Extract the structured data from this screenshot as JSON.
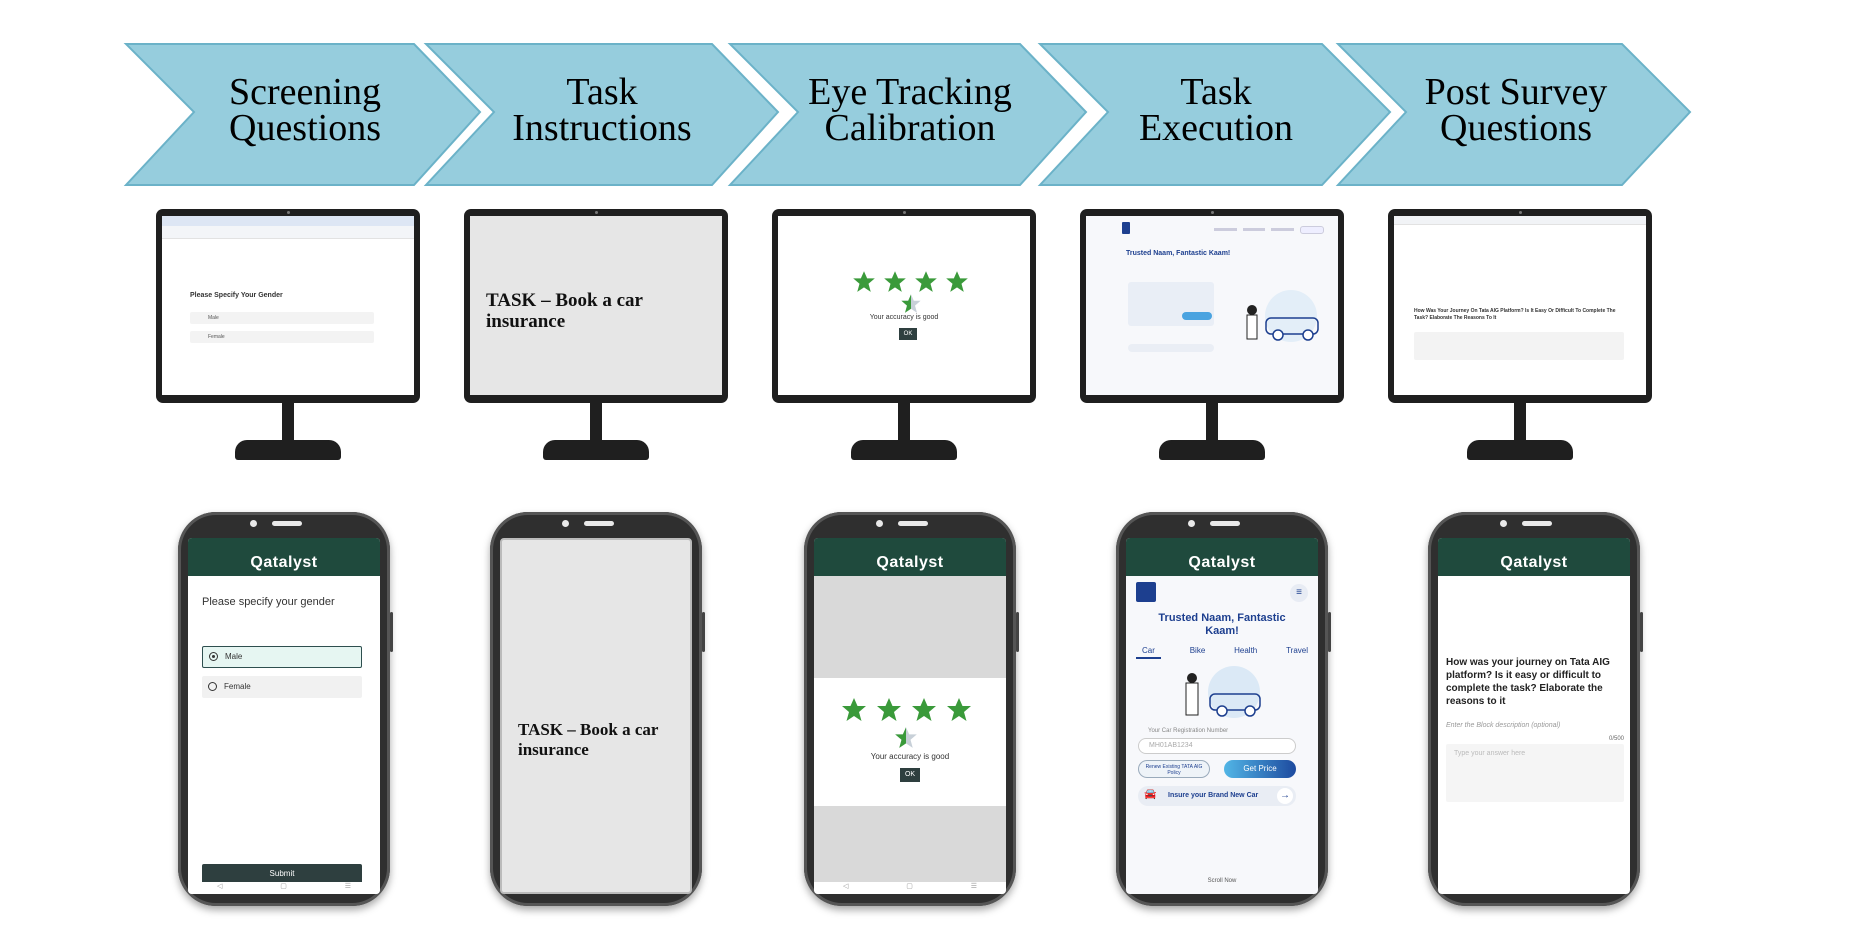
{
  "steps": [
    {
      "title": "Screening Questions",
      "desktop": {
        "question": "Please Specify Your Gender",
        "options": [
          "Male",
          "Female"
        ]
      },
      "mobile": {
        "logo": "Qatalyst",
        "question": "Please specify your gender",
        "options": [
          "Male",
          "Female"
        ],
        "submit": "Submit"
      }
    },
    {
      "title": "Task Instructions",
      "desktop": {
        "task": "TASK – Book a car insurance"
      },
      "mobile": {
        "task": "TASK – Book a car insurance"
      }
    },
    {
      "title": "Eye Tracking Calibration",
      "desktop": {
        "message": "Your accuracy is good",
        "ok": "OK",
        "stars": 4.5
      },
      "mobile": {
        "logo": "Qatalyst",
        "message": "Your accuracy is good",
        "ok": "OK",
        "stars": 4.5
      }
    },
    {
      "title": "Task Execution",
      "desktop": {
        "headline": "Trusted Naam, Fantastic Kaam!"
      },
      "mobile": {
        "logo": "Qatalyst",
        "headline": "Trusted Naam, Fantastic Kaam!",
        "tabs": [
          "Car",
          "Bike",
          "Health",
          "Travel"
        ],
        "reg_label": "Your Car Registration Number",
        "reg_value": "MH01AB1234",
        "renew": "Renew Existing TATA AIG Policy",
        "get_price": "Get Price",
        "brand_new": "Insure your Brand New Car",
        "scroll": "Scroll Now"
      }
    },
    {
      "title": "Post Survey Questions",
      "desktop": {
        "question": "How Was Your Journey On Tata AIG Platform? Is It Easy Or Difficult To Complete The Task? Elaborate The Reasons To It"
      },
      "mobile": {
        "logo": "Qatalyst",
        "question": "How was your journey on Tata AIG platform? Is it easy or difficult to complete the task? Elaborate the reasons to it",
        "description": "Enter the Block description (optional)",
        "counter": "0/500",
        "placeholder": "Type your answer here"
      }
    }
  ],
  "colors": {
    "chevron_fill": "#96cddd",
    "chevron_stroke": "#6bb2c8",
    "device": "#1f1f1f",
    "header": "#1f4a3d",
    "star": "#3a9a3a"
  }
}
